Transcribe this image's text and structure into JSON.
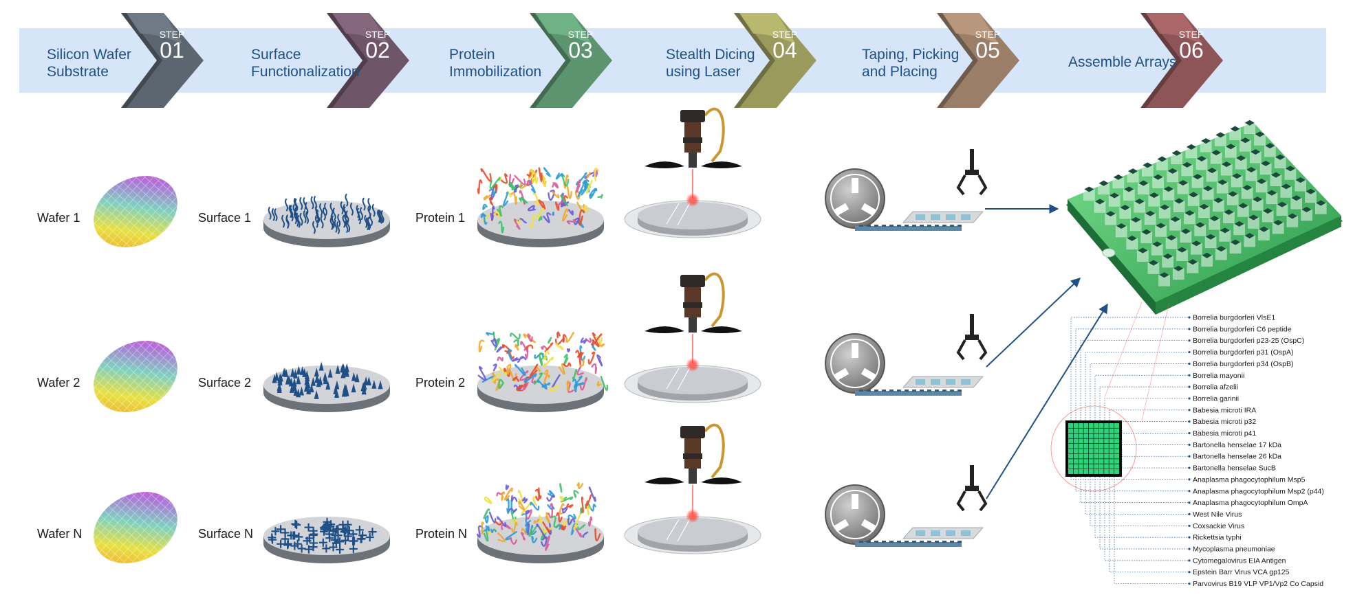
{
  "steps": [
    {
      "line1": "Silicon Wafer",
      "line2": "Substrate",
      "word": "STEP",
      "num": "01",
      "color": "#5c6670"
    },
    {
      "line1": "Surface",
      "line2": "Functionalization",
      "word": "STEP",
      "num": "02",
      "color": "#6e5568"
    },
    {
      "line1": "Protein",
      "line2": "Immobilization",
      "word": "STEP",
      "num": "03",
      "color": "#5d9470"
    },
    {
      "line1": "Stealth Dicing",
      "line2": "using Laser",
      "word": "STEP",
      "num": "04",
      "color": "#999a5c"
    },
    {
      "line1": "Taping, Picking",
      "line2": "and Placing",
      "word": "STEP",
      "num": "05",
      "color": "#9a7e68"
    },
    {
      "line1": "Assemble Arrays",
      "line2": "",
      "word": "STEP",
      "num": "06",
      "color": "#8e5558"
    }
  ],
  "rows": [
    {
      "wafer": "Wafer 1",
      "surface": "Surface 1",
      "protein": "Protein 1",
      "surface_type": "waves"
    },
    {
      "wafer": "Wafer 2",
      "surface": "Surface 2",
      "protein": "Protein 2",
      "surface_type": "cones"
    },
    {
      "wafer": "Wafer N",
      "surface": "Surface N",
      "protein": "Protein N",
      "surface_type": "crosses"
    }
  ],
  "antigens": [
    "Borrelia burgdorferi VlsE1",
    "Borrelia burgdorferi C6 peptide",
    "Borrelia burgdorferi p23-25 (OspC)",
    "Borrelia burgdorferi p31 (OspA)",
    "Borrelia burgdorferi p34 (OspB)",
    "Borrelia mayonii",
    "Borrelia afzelii",
    "Borrelia garinii",
    "Babesia microti IRA",
    "Babesia microti p32",
    "Babesia microti p41",
    "Bartonella henselae 17 kDa",
    "Bartonella henselae 26 kDa",
    "Bartonella henselae SucB",
    "Anaplasma phagocytophilum Msp5",
    "Anaplasma phagocytophilum Msp2 (p44)",
    "Anaplasma phagocytophilum OmpA",
    "West Nile Virus",
    "Coxsackie Virus",
    "Rickettsia typhi",
    "Mycoplasma pneumoniae",
    "Cytomegalovirus EIA Antigen",
    "Epstein Barr Virus VCA gp125",
    "Parvovirus B19 VLP VP1/Vp2 Co Capsid"
  ],
  "colors": {
    "banner": "#d6e6f8",
    "label_blue": "#1e4f86",
    "surface_mark": "#1e4f86",
    "disk_top": "#d2d4d7",
    "disk_side": "#6c7278",
    "array_green": "#2eae5a",
    "chip_green": "#2fd47a",
    "laser": "#ff3b30"
  }
}
